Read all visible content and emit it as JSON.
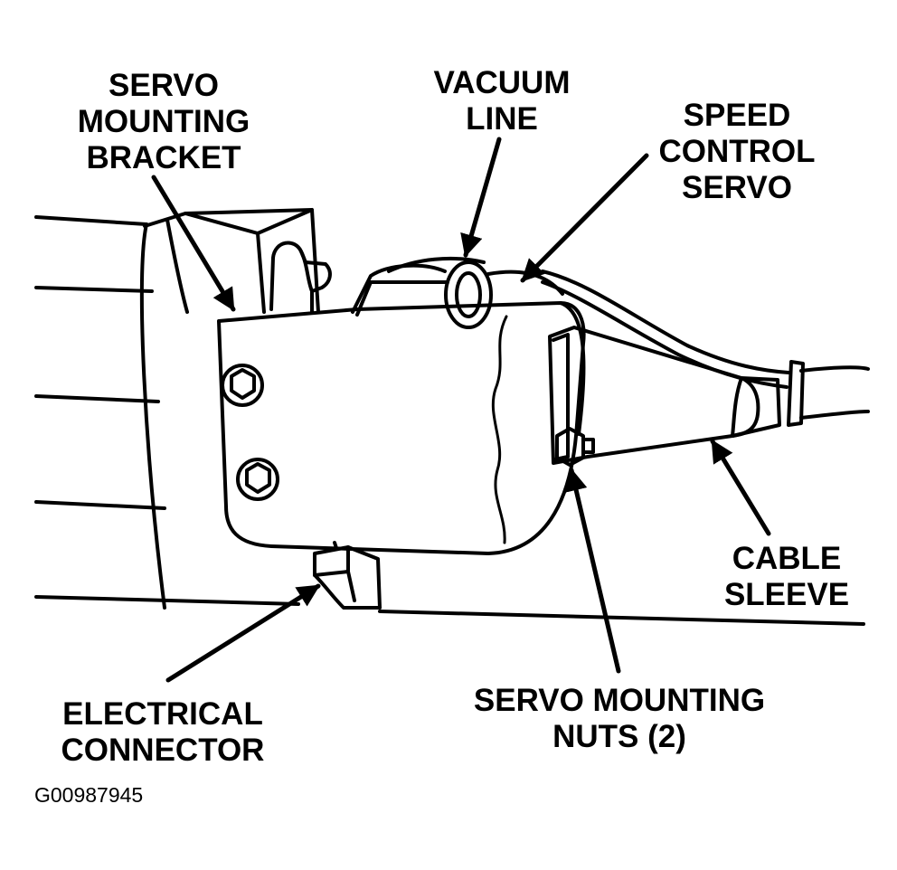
{
  "figure_id": "G00987945",
  "callouts": {
    "servo_mounting_bracket": [
      "SERVO",
      "MOUNTING",
      "BRACKET"
    ],
    "vacuum_line": [
      "VACUUM",
      "LINE"
    ],
    "speed_control_servo": [
      "SPEED",
      "CONTROL",
      "SERVO"
    ],
    "cable_sleeve": [
      "CABLE",
      "SLEEVE"
    ],
    "servo_mounting_nuts": [
      "SERVO MOUNTING",
      "NUTS (2)"
    ],
    "electrical_connector": [
      "ELECTRICAL",
      "CONNECTOR"
    ]
  },
  "colors": {
    "ink": "#000000",
    "paper": "#ffffff"
  }
}
